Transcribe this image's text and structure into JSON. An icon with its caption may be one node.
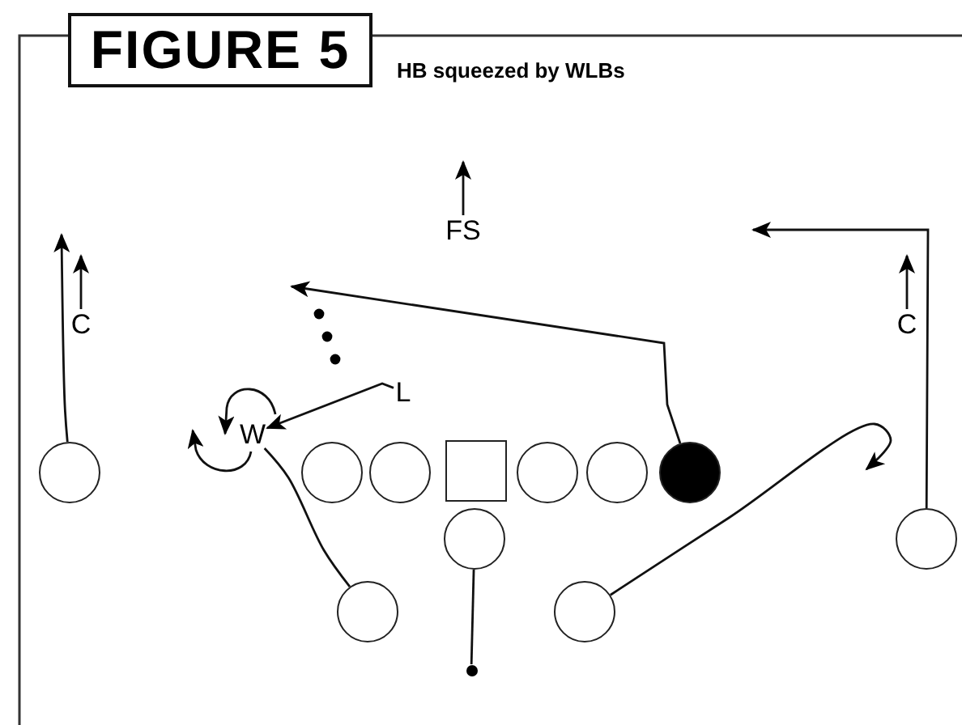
{
  "diagram": {
    "title": "FIGURE 5",
    "caption": "HB squeezed by WLBs",
    "nodes": [
      {
        "text": [
          "C"
        ]
      },
      {
        "text": [
          "FS"
        ]
      },
      {
        "text": [
          "C"
        ]
      },
      {
        "text": [
          "L"
        ]
      },
      {
        "text": [
          "W"
        ]
      },
      {
        "text": [],
        "shape": "circle"
      },
      {
        "text": [],
        "shape": "circle"
      },
      {
        "text": [],
        "shape": "circle"
      },
      {
        "text": [],
        "shape": "box"
      },
      {
        "text": [],
        "shape": "circle"
      },
      {
        "text": [],
        "shape": "circle"
      },
      {
        "text": [],
        "shape": "circle"
      },
      {
        "text": [],
        "shape": "circle"
      },
      {
        "text": [],
        "shape": "circle"
      },
      {
        "text": [],
        "shape": "circle"
      },
      {
        "text": [],
        "shape": "circle"
      },
      {
        "text": [],
        "shape": "circle"
      }
    ],
    "edges": [
      {
        "from": 5,
        "to": null,
        "arrow": "to"
      },
      {
        "from": 0,
        "to": null,
        "arrow": "to"
      },
      {
        "from": 1,
        "to": null,
        "arrow": "to"
      },
      {
        "from": 2,
        "to": null,
        "arrow": "to"
      },
      {
        "from": 15,
        "to": null,
        "arrow": "to"
      },
      {
        "from": 11,
        "to": null,
        "arrow": "to"
      },
      {
        "from": 3,
        "to": 4,
        "arrow": "to"
      },
      {
        "from": 13,
        "to": 4,
        "arrow": "none"
      },
      {
        "from": 14,
        "to": null,
        "arrow": "to"
      },
      {
        "from": 12,
        "to": 16,
        "arrow": "none"
      }
    ]
  }
}
